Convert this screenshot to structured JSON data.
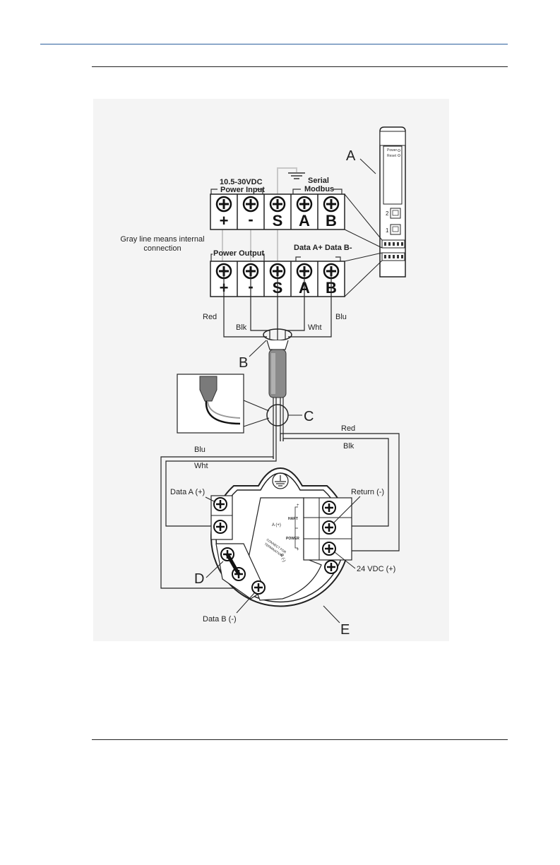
{
  "figure": {
    "callouts": {
      "a": "A",
      "b": "B",
      "c": "C",
      "d": "D",
      "e": "E"
    },
    "top_block": {
      "voltage_label": "10.5-30VDC",
      "power_input_label": "Power Input",
      "serial_label": "Serial",
      "modbus_label": "Modbus",
      "terminals": [
        "+",
        "-",
        "S",
        "A",
        "B"
      ]
    },
    "note_line1": "Gray line means internal",
    "note_line2": "connection",
    "bottom_block": {
      "power_output_label": "Power Output",
      "data_a_label": "Data A+",
      "data_b_label": "Data B-",
      "terminals": [
        "+",
        "-",
        "S",
        "A",
        "B"
      ]
    },
    "device": {
      "power_led": "Power",
      "reset_led": "Reset",
      "port2": "2",
      "port1": "1"
    },
    "wires": {
      "red": "Red",
      "blk": "Blk",
      "wht": "Wht",
      "blu": "Blu",
      "red2": "Red",
      "blk2": "Blk",
      "blu2": "Blu",
      "wht2": "Wht"
    },
    "housing": {
      "data_a": "Data A (+)",
      "data_b": "Data B (-)",
      "return_label": "Return (-)",
      "vdc_label": "24 VDC (+)",
      "inner_a": "A (+)",
      "inner_b": "B (-)",
      "inner_conn1": "CONNECT FOR",
      "inner_conn2": "TERMINATION",
      "hart": "HART",
      "power": "POWER",
      "plus_top": "+",
      "plus_bottom": "+"
    }
  }
}
